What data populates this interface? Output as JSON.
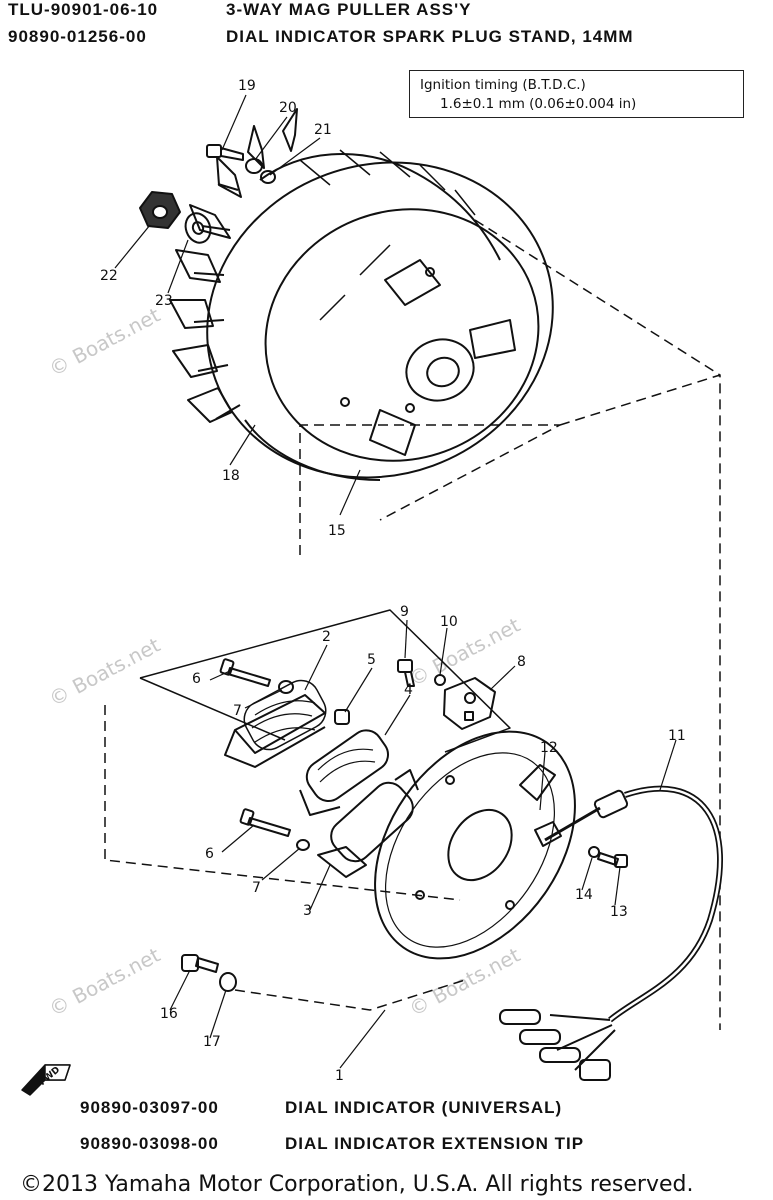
{
  "header": {
    "line1_part": "TLU-90901-06-10",
    "line1_desc": "3-WAY MAG PULLER ASS'Y",
    "line2_part": "90890-01256-00",
    "line2_desc": "DIAL INDICATOR SPARK PLUG STAND, 14MM"
  },
  "timing_box": {
    "line1": "Ignition timing (B.T.D.C.)",
    "line2": "1.6±0.1 mm (0.06±0.004 in)"
  },
  "callouts": [
    "19",
    "20",
    "21",
    "22",
    "23",
    "18",
    "15",
    "9",
    "10",
    "2",
    "5",
    "6",
    "7",
    "4",
    "8",
    "1",
    "11",
    "12",
    "6",
    "7",
    "3",
    "14",
    "13",
    "16",
    "17"
  ],
  "fwd_label": "FWD",
  "footer": {
    "line1_part": "90890-03097-00",
    "line1_desc": "DIAL INDICATOR (UNIVERSAL)",
    "line2_part": "90890-03098-00",
    "line2_desc": "DIAL INDICATOR EXTENSION TIP"
  },
  "watermark": "© Boats.net",
  "copyright": "©2013 Yamaha Motor Corporation, U.S.A. All rights reserved."
}
